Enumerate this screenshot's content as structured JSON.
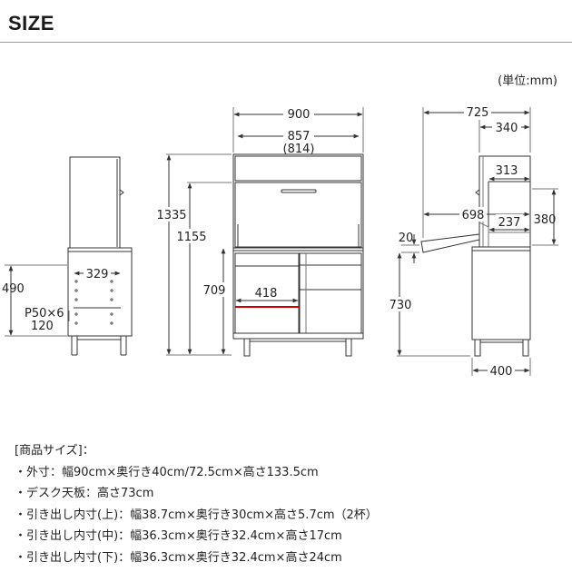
{
  "title": "SIZE",
  "unit_label": "(単位:mm)",
  "dimensions": {
    "front_width": "900",
    "front_inner_width": "857",
    "front_inner_width_alt": "(814)",
    "total_height": "1335",
    "desk_height_total": "1155",
    "lower_height": "709",
    "drawer_width": "418",
    "side_depth_total": "725",
    "side_depth_upper": "340",
    "side_inner_depth": "313",
    "desk_extended_depth": "698",
    "desk_shelf_depth": "237",
    "upper_opening_height": "380",
    "desk_thickness": "20",
    "desk_height": "730",
    "base_depth": "400",
    "left_height": "490",
    "left_inner_width": "329",
    "shelf_pitch": "P50×6",
    "left_bottom": "120"
  },
  "spec": {
    "heading": "[商品サイズ]：",
    "items": [
      "・外寸：幅90cm×奥行き40cm/72.5cm×高さ133.5cm",
      "・デスク天板：高さ73cm",
      "・引き出し内寸(上)：幅38.7cm×奥行き30cm×高さ5.7cm（2杯）",
      "・引き出し内寸(中)：幅36.3cm×奥行き32.4cm×高さ17cm",
      "・引き出し内寸(下)：幅36.3cm×奥行き32.4cm×高さ24cm"
    ]
  },
  "colors": {
    "line": "#333333",
    "highlight": "#d40000",
    "rule": "#9a9a9a"
  }
}
